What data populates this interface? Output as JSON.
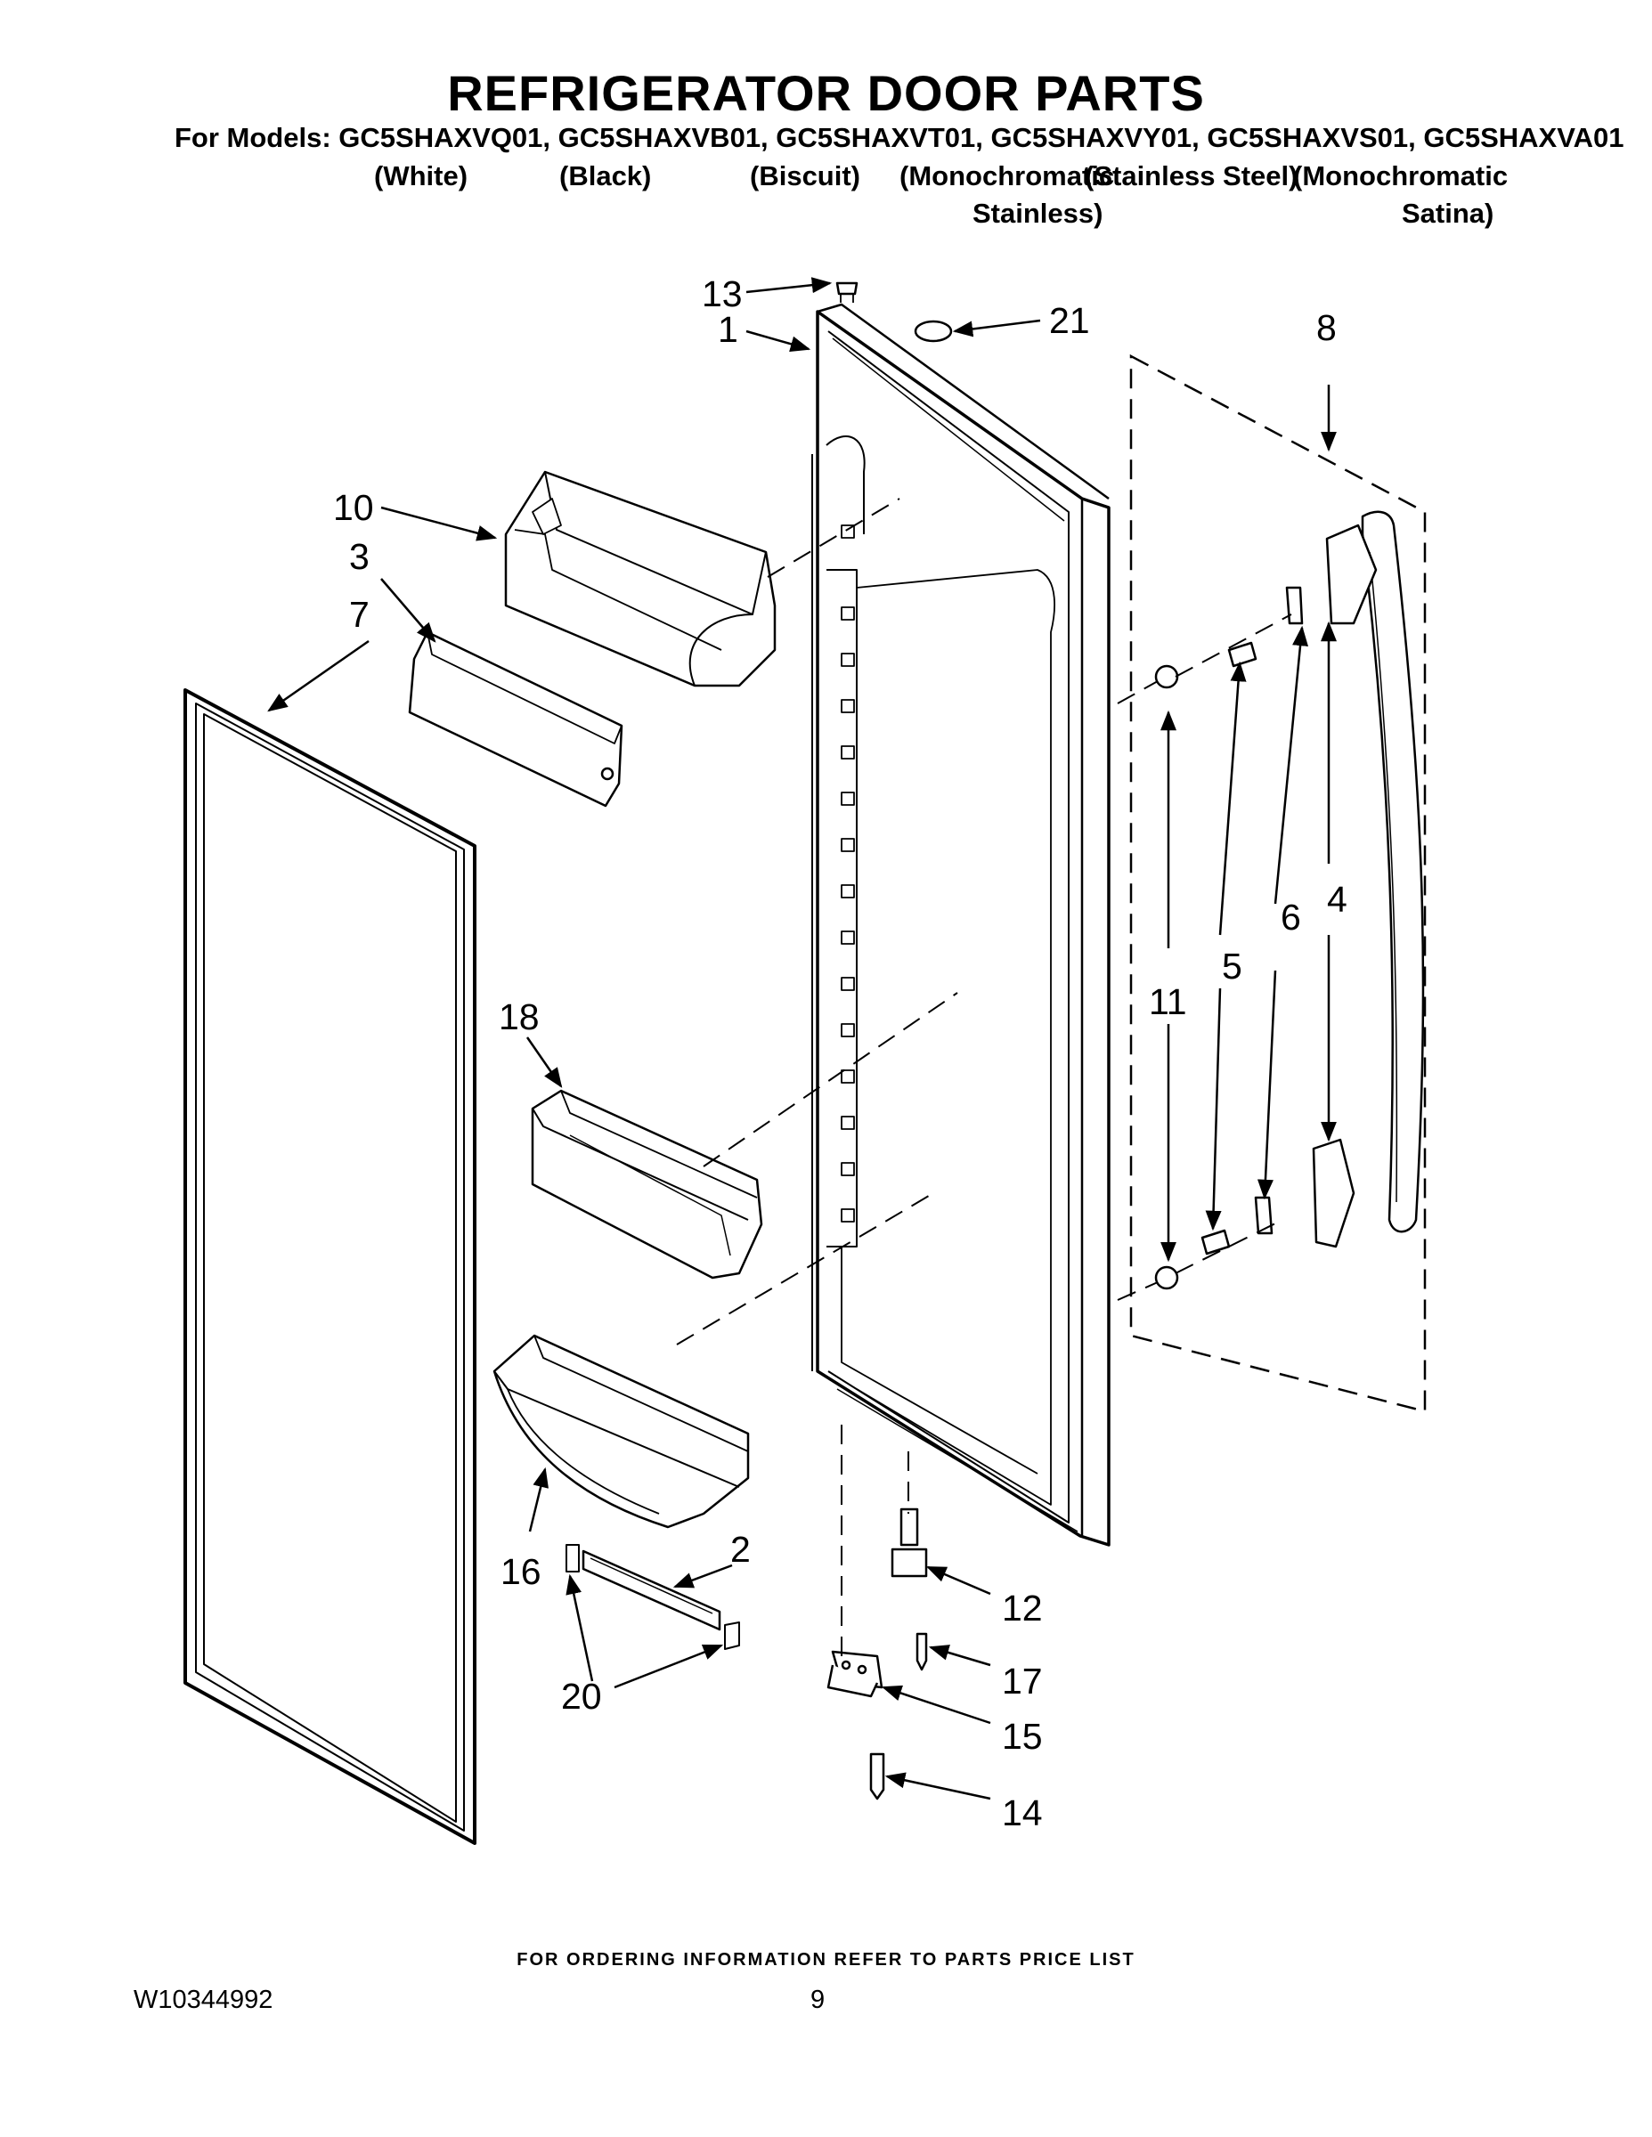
{
  "header": {
    "title": "REFRIGERATOR DOOR PARTS",
    "models_line": "For Models: GC5SHAXVQ01, GC5SHAXVB01, GC5SHAXVT01, GC5SHAXVY01, GC5SHAXVS01, GC5SHAXVA01",
    "variants": {
      "white": "(White)",
      "black": "(Black)",
      "biscuit": "(Biscuit)",
      "monochromatic_stainless_1": "(Monochromatic",
      "monochromatic_stainless_2": "Stainless)",
      "stainless_steel": "(Stainless Steel)",
      "monochromatic_satina_1": "(Monochromatic",
      "monochromatic_satina_2": "Satina)"
    }
  },
  "callouts": {
    "c1": "1",
    "c2": "2",
    "c3": "3",
    "c4": "4",
    "c5": "5",
    "c6": "6",
    "c7": "7",
    "c8": "8",
    "c10": "10",
    "c11": "11",
    "c12": "12",
    "c13": "13",
    "c14": "14",
    "c15": "15",
    "c16": "16",
    "c17": "17",
    "c18": "18",
    "c20": "20",
    "c21": "21"
  },
  "footer": {
    "ordering_note": "FOR ORDERING INFORMATION REFER TO PARTS PRICE LIST",
    "doc_number": "W10344992",
    "page_number": "9"
  }
}
